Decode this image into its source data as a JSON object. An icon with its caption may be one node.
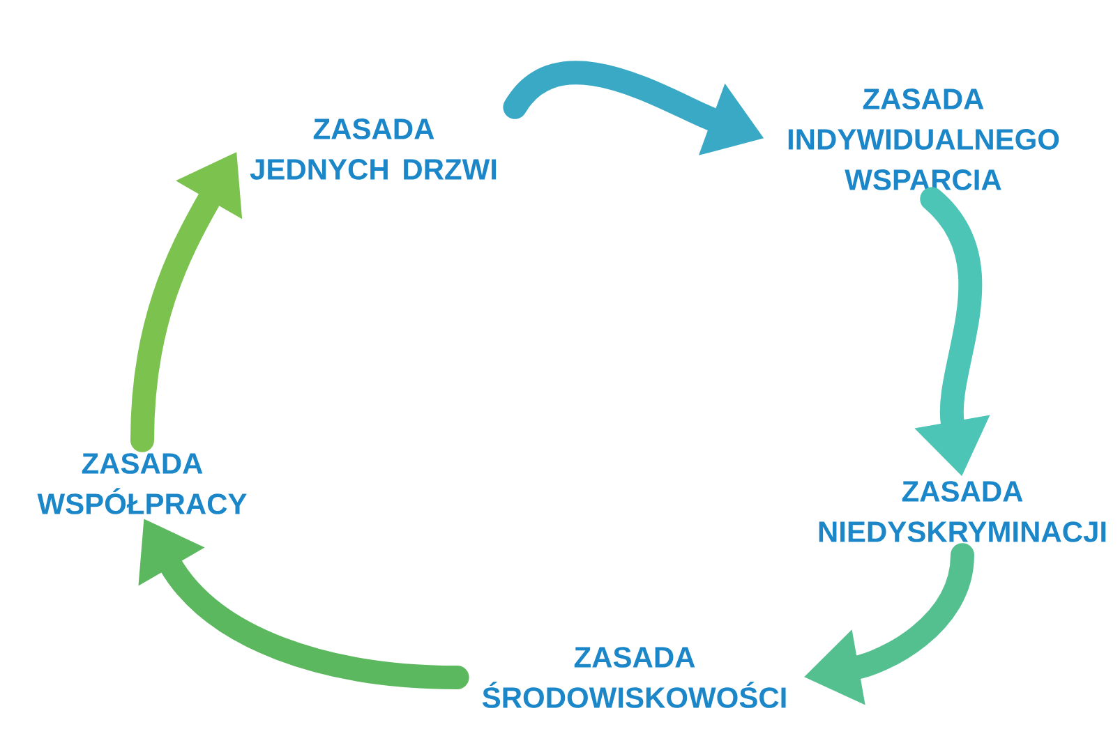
{
  "diagram": {
    "nodes": [
      {
        "text": [
          "ZASADA JEDNYCH DRZWI"
        ]
      },
      {
        "text": [
          "ZASADA INDYWIDUALNEGO WSPARCIA"
        ]
      },
      {
        "text": [
          "ZASADA NIEDYSKRYMINACJI"
        ]
      },
      {
        "text": [
          "ZASADA ŚRODOWISKOWOŚCI"
        ]
      },
      {
        "text": [
          "ZASADA WSPÓŁPRACY"
        ]
      }
    ],
    "edges": [
      {
        "from": 0,
        "to": 1,
        "arrow": "to",
        "color": "#3aa9c6"
      },
      {
        "from": 1,
        "to": 2,
        "arrow": "to",
        "color": "#4cc4b6"
      },
      {
        "from": 2,
        "to": 3,
        "arrow": "to",
        "color": "#55c08f"
      },
      {
        "from": 3,
        "to": 4,
        "arrow": "to",
        "color": "#5cb85f"
      },
      {
        "from": 4,
        "to": 0,
        "arrow": "to",
        "color": "#7cc24e"
      }
    ]
  }
}
